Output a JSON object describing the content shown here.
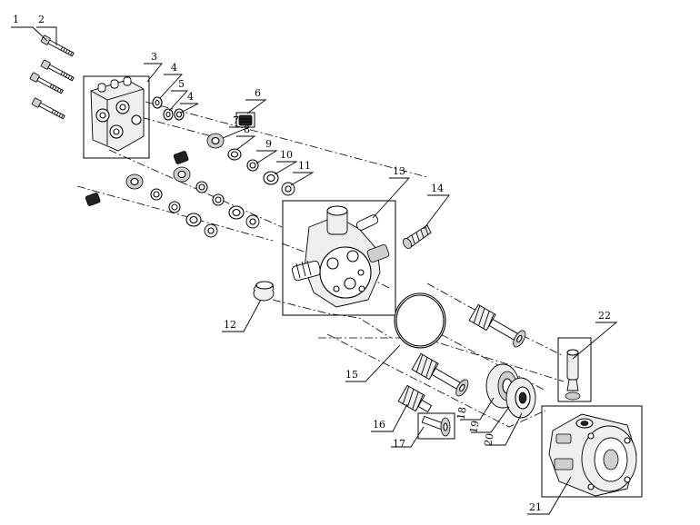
{
  "callouts": [
    "1",
    "2",
    "3",
    "4",
    "5",
    "4",
    "6",
    "7",
    "8",
    "9",
    "10",
    "11",
    "12",
    "13",
    "14",
    "15",
    "16",
    "17",
    "18",
    "19",
    "20",
    "21",
    "22"
  ]
}
